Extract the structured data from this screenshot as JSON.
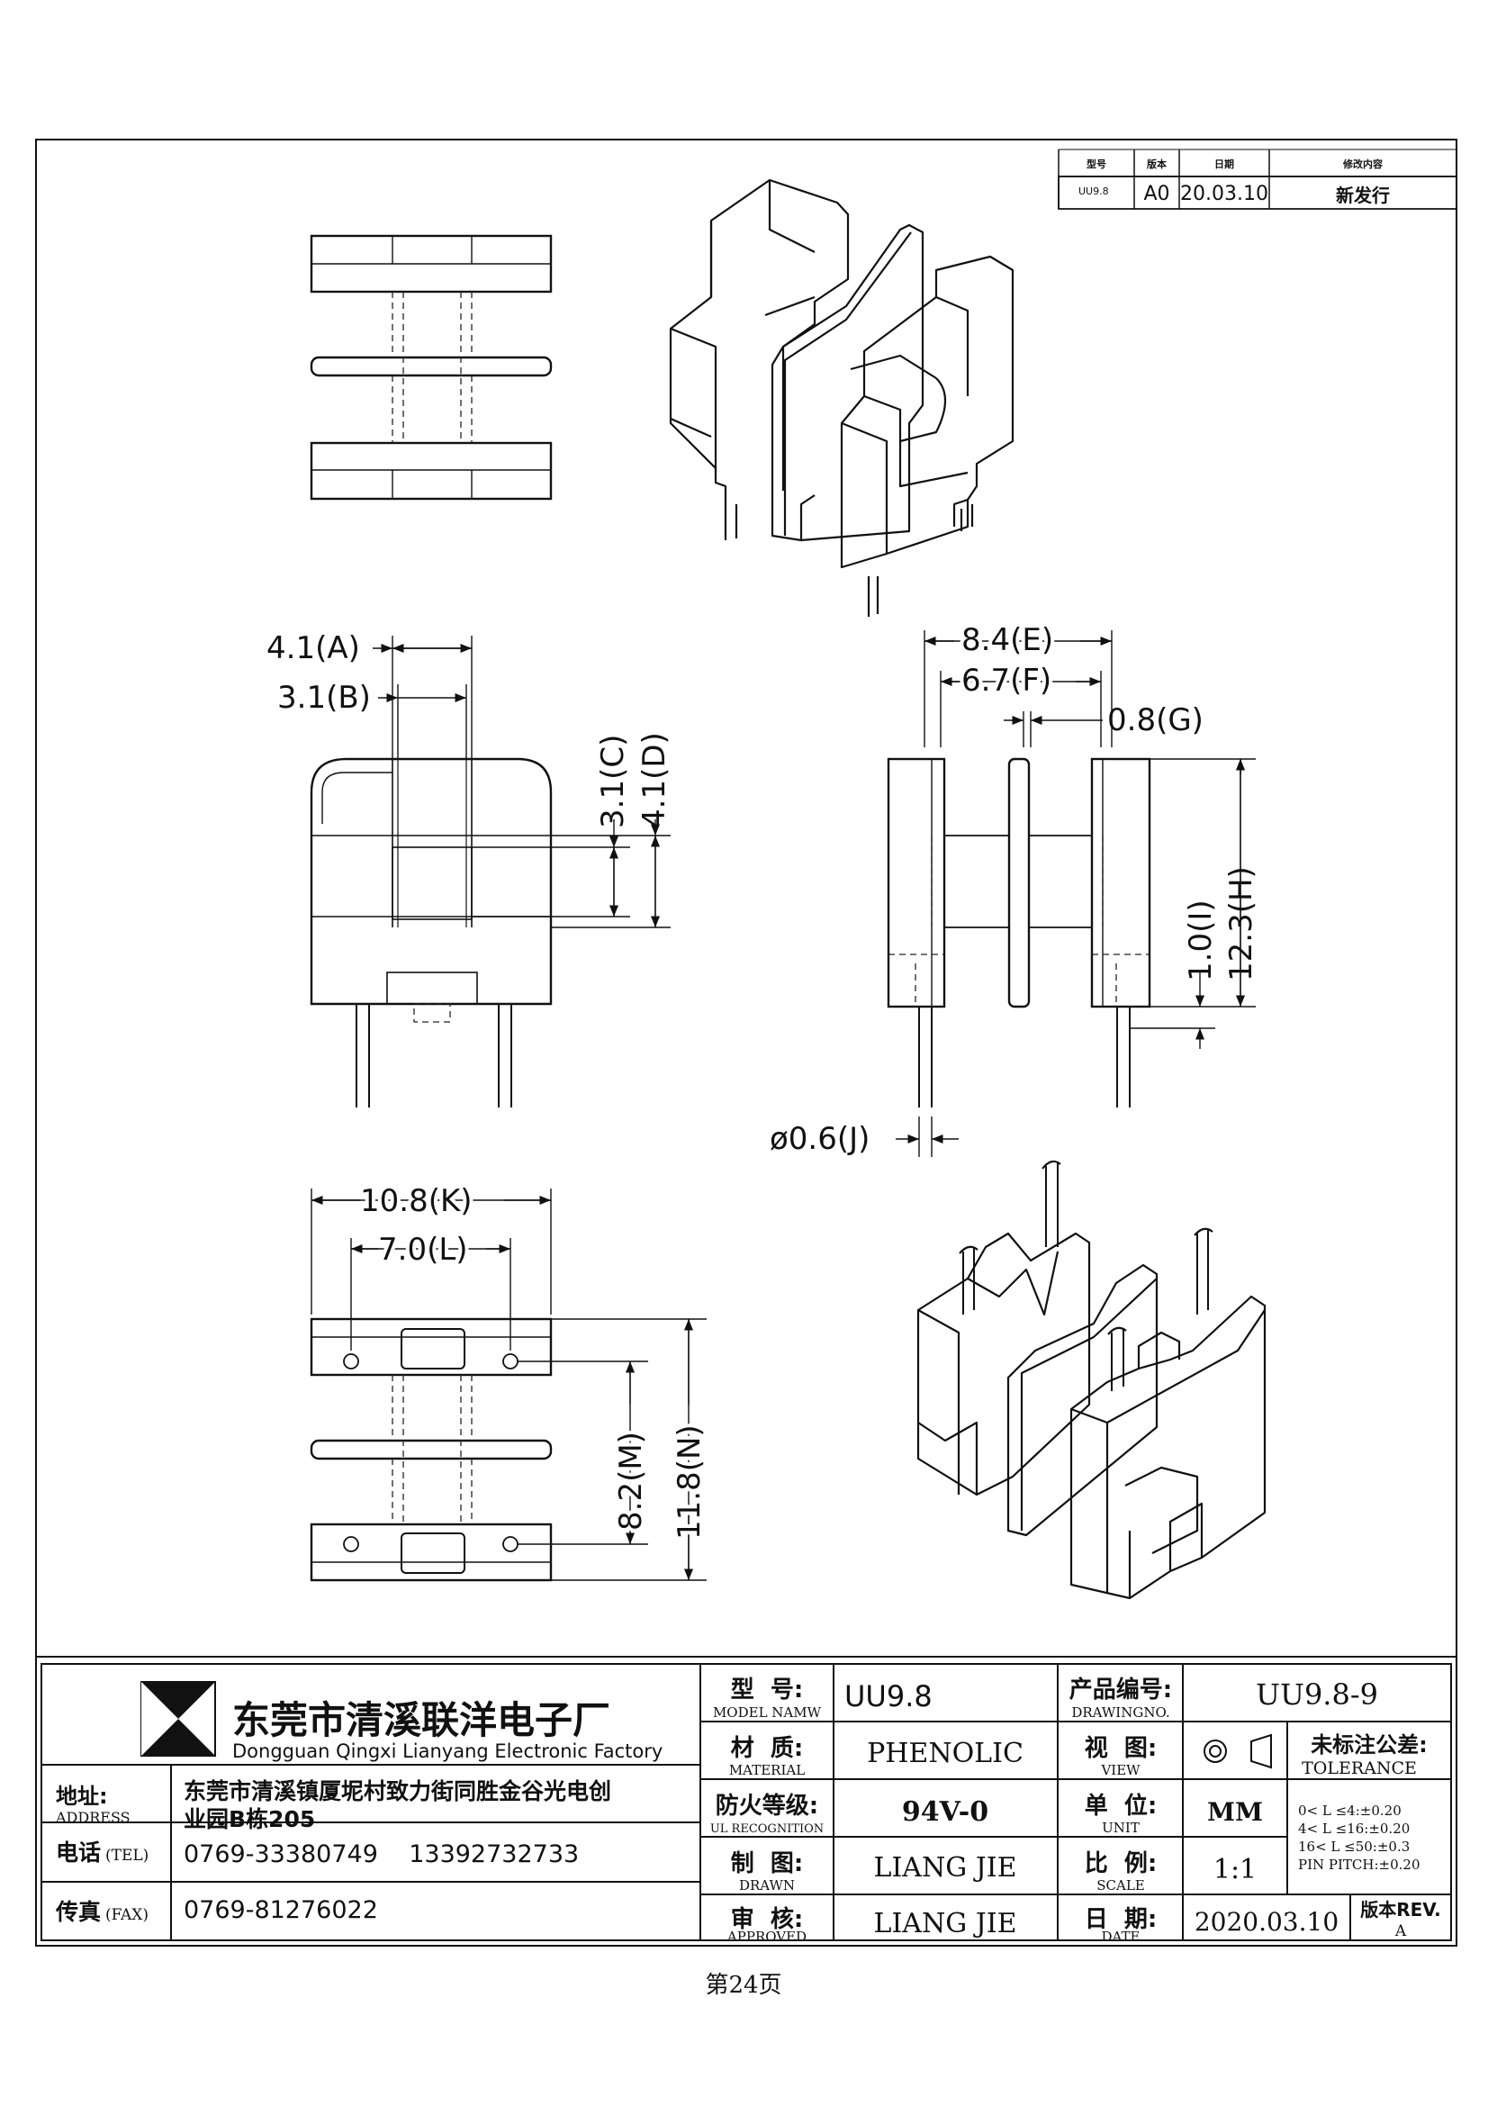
{
  "revision_table": {
    "headers": [
      "型号",
      "版本",
      "日期",
      "修改内容"
    ],
    "row": [
      "UU9.8",
      "A0",
      "20.03.10",
      "新发行"
    ]
  },
  "dimensions": {
    "A": "4.1(A)",
    "B": "3.1(B)",
    "C": "3.1(C)",
    "D": "4.1(D)",
    "E": "8.4(E)",
    "F": "6.7(F)",
    "G": "0.8(G)",
    "H": "12.3(H)",
    "I": "1.0(I)",
    "J": "ø0.6(J)",
    "K": "10.8(K)",
    "L": "7.0(L)",
    "M": "8.2(M)",
    "N": "11.8(N)"
  },
  "title_block": {
    "company_cn": "东莞市清溪联洋电子厂",
    "company_en": "Dongguan Qingxi Lianyang Electronic Factory",
    "address_label": "地址:",
    "address_label_en": "ADDRESS",
    "address_line1": "东莞市清溪镇厦坭村致力街同胜金谷光电创",
    "address_line2": "业园B栋205",
    "tel_label": "电话",
    "tel_label_en": "(TEL)",
    "tel_value": "0769-33380749    13392732733",
    "fax_label": "传真",
    "fax_label_en": "(FAX)",
    "fax_value": "0769-81276022",
    "model_label": "型  号:",
    "model_label_en": "MODEL NAMW",
    "model_value": "UU9.8",
    "material_label": "材  质:",
    "material_label_en": "MATERIAL",
    "material_value": "PHENOLIC",
    "fire_label": "防火等级:",
    "fire_label_en": "UL RECOGNITION",
    "fire_value": "94V-0",
    "drawn_label": "制  图:",
    "drawn_label_en": "DRAWN",
    "drawn_value": "LIANG JIE",
    "approved_label": "审  核:",
    "approved_label_en": "APPROVED",
    "approved_value": "LIANG JIE",
    "drawing_no_label": "产品编号:",
    "drawing_no_label_en": "DRAWINGNO.",
    "drawing_no_value": "UU9.8-9",
    "view_label": "视  图:",
    "view_label_en": "VIEW",
    "unit_label": "单  位:",
    "unit_label_en": "UNIT",
    "unit_value": "MM",
    "scale_label": "比  例:",
    "scale_label_en": "SCALE",
    "scale_value": "1:1",
    "date_label": "日  期:",
    "date_label_en": "DATE",
    "date_value": "2020.03.10",
    "tolerance_title": "未标注公差:",
    "tolerance_en": "TOLERANCE",
    "tolerance_lines": [
      "0< L ≤4:±0.20",
      "4< L ≤16:±0.20",
      "16< L ≤50:±0.3",
      "PIN PITCH:±0.20"
    ],
    "rev_label": "版本REV.",
    "rev_value": "A"
  },
  "page_footer": "第24页"
}
